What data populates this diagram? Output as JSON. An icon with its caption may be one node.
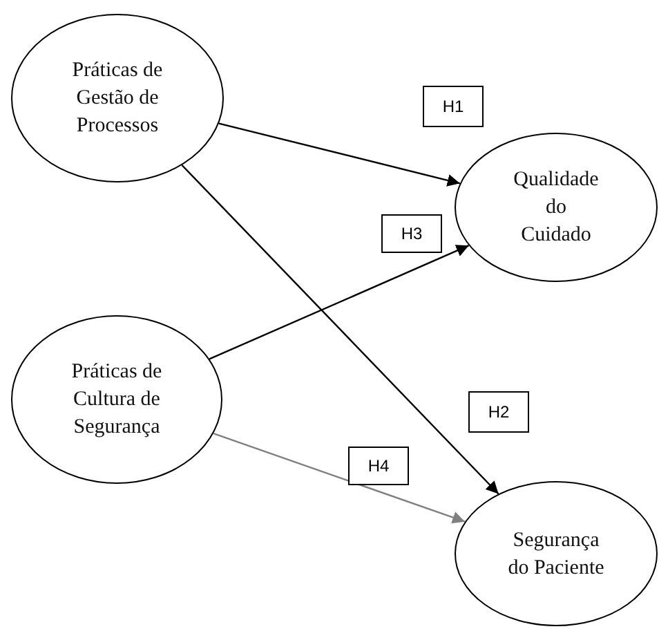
{
  "diagram": {
    "nodes": [
      {
        "text": [
          "Práticas de Gestão de Processos"
        ]
      },
      {
        "text": [
          "Qualidade do Cuidado"
        ]
      },
      {
        "text": [
          "Práticas de Cultura de Segurança"
        ]
      },
      {
        "text": [
          "Segurança do Paciente"
        ]
      }
    ],
    "edges": [
      {
        "from": 0,
        "to": 1,
        "arrow": "to",
        "label": "H1"
      },
      {
        "from": 0,
        "to": 3,
        "arrow": "to",
        "label": "H2"
      },
      {
        "from": 2,
        "to": 1,
        "arrow": "to",
        "label": "H3"
      },
      {
        "from": 2,
        "to": 3,
        "arrow": "to",
        "label": "H4",
        "color": "#808080"
      }
    ]
  }
}
